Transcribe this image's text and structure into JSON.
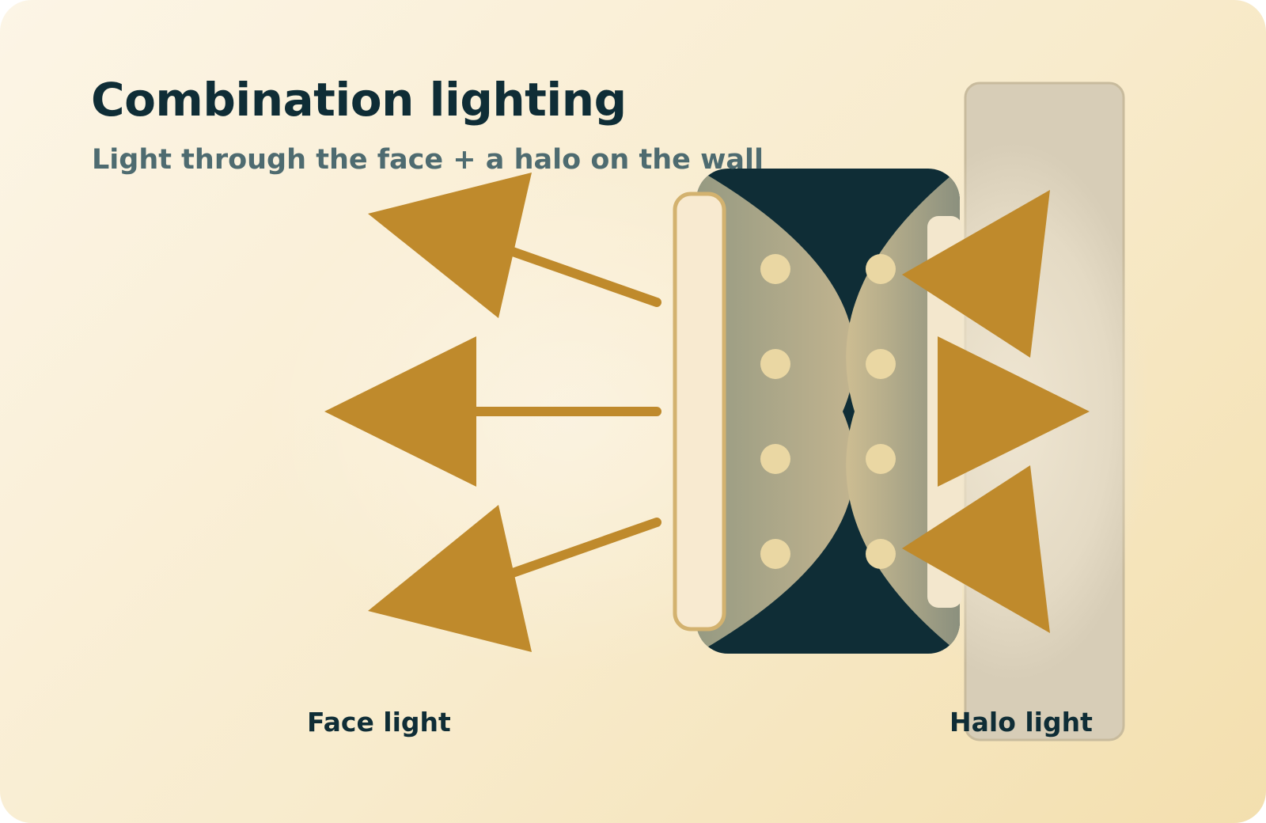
{
  "diagram": {
    "title": "Combination lighting",
    "subtitle": "Light through the face + a halo on the wall",
    "labels": {
      "face": "Face light",
      "halo": "Halo light"
    },
    "colors": {
      "background_start": "#fcf5e6",
      "background_end": "#f3dfae",
      "letter_body": "#0f2d36",
      "arrow": "#bf8a2c",
      "led": "#ead7a3",
      "face_panel_fill": "#f8ead0",
      "face_panel_stroke": "#d3b26f",
      "wall": "#d7cdb7",
      "title": "#0f2d36",
      "subtitle": "#4e6b70"
    }
  }
}
